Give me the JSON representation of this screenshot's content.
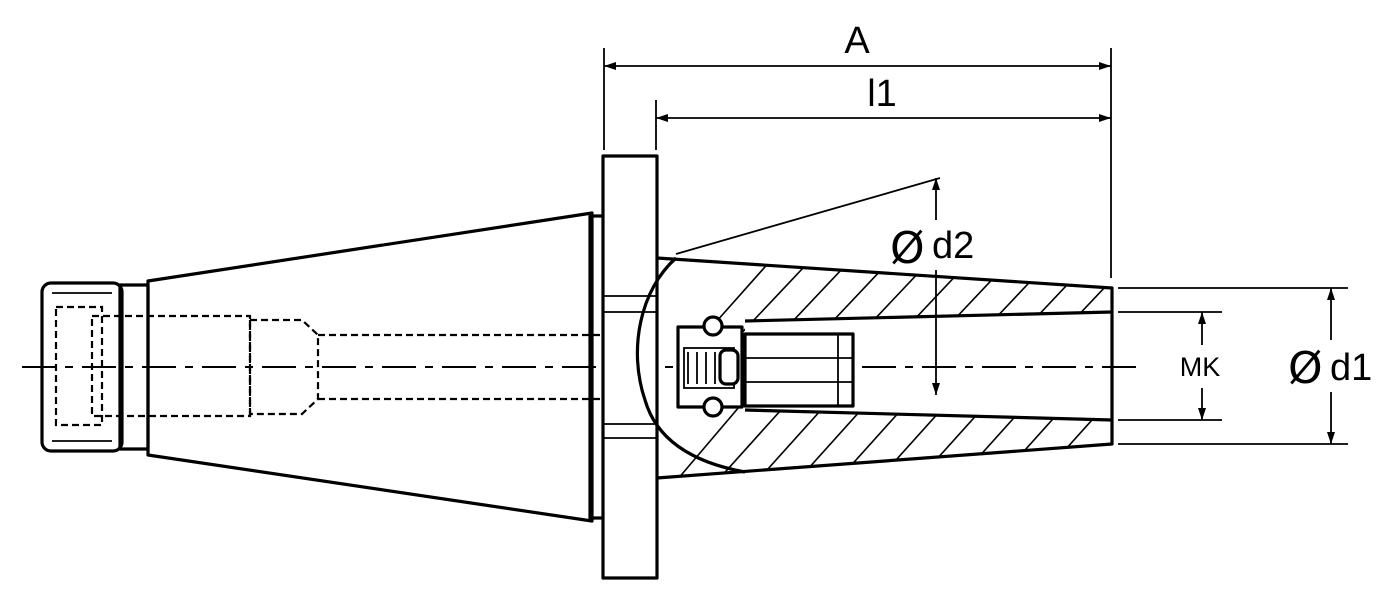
{
  "labels": {
    "A": "A",
    "l1": "l1",
    "d2": "d2",
    "d1": "d1",
    "mk": "MK",
    "diameter_symbol": "Ø"
  }
}
